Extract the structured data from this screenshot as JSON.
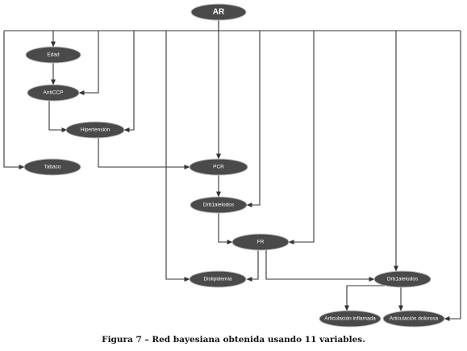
{
  "nodes": {
    "ar": "AR",
    "edad": "Edad",
    "anticcp": "AntiCCP",
    "hipertension": "Hipertensión",
    "tabaco": "Tabaco",
    "pcr": "PCR",
    "drbl_1": "Drb1alelodos",
    "fr": "FR",
    "dislipidemia": "Dislipidemia",
    "drbl_2": "Drb1alelodos",
    "articulacion_inflamada": "Articulación inflamada",
    "articulacion_dolorosa": "Articulación dolorosa"
  },
  "caption": "Figura 7 – Red bayesiana obtenida usando 11 variables.",
  "colors": {
    "node_fill": "#4a4a4a",
    "node_text": "#ffffff",
    "edge": "#333333"
  }
}
